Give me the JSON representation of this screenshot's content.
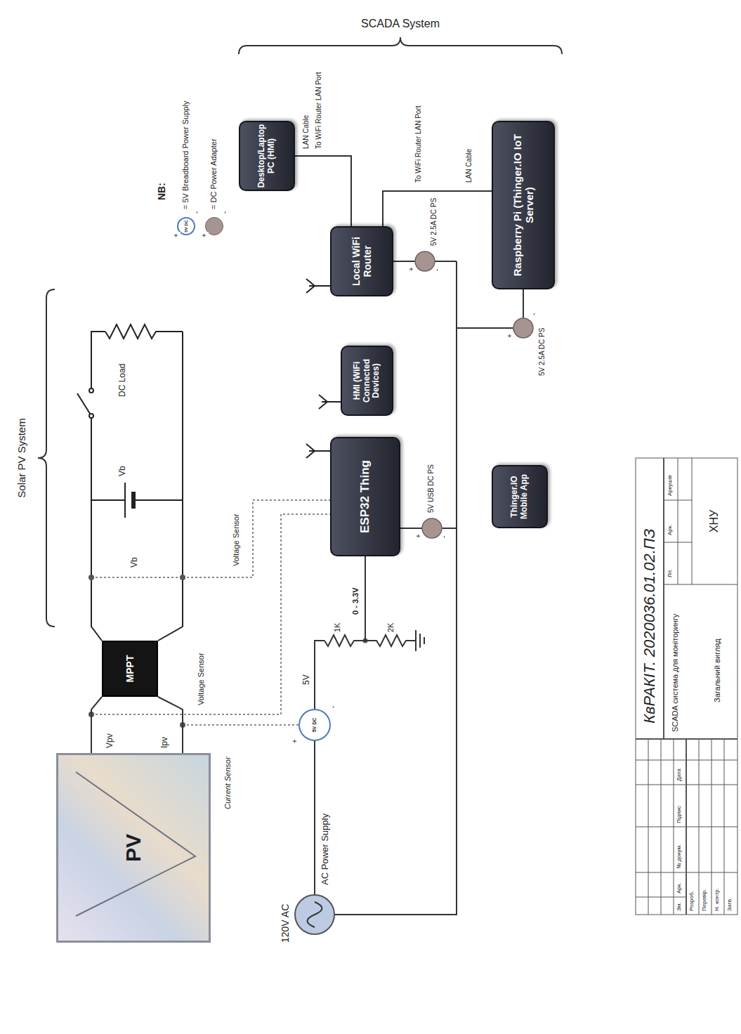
{
  "diagram": {
    "nodes": [
      {
        "text": [
          "PV"
        ]
      },
      {
        "text": [
          "MPPT"
        ]
      },
      {
        "text": [
          "ESP32 Thing"
        ]
      },
      {
        "text": [
          "HMI (WiFi Connected Devices)"
        ]
      },
      {
        "text": [
          "Local WiFi Router"
        ]
      },
      {
        "text": [
          "Desktop/Laptop PC (HMI)"
        ]
      },
      {
        "text": [
          "Raspberry Pi (Thinger.IO IoT Server)"
        ]
      },
      {
        "text": [
          "Thinger.IO Mobile App"
        ]
      }
    ],
    "edges": [
      {
        "from": 0,
        "to": 1,
        "arrow": "none"
      },
      {
        "from": 0,
        "to": 1,
        "arrow": "none"
      },
      {
        "from": 5,
        "to": 4,
        "label": "LAN Cable",
        "arrow": "none"
      },
      {
        "from": 6,
        "to": 4,
        "label": "LAN Cable",
        "arrow": "none"
      }
    ],
    "labels": [
      "Vpv",
      "Ipv",
      "Current Sensor",
      "Voltage Sensor",
      "Vb",
      "Vb",
      "Voltage Sensor",
      "DC Load",
      "Solar PV System",
      "120V AC",
      "AC Power Supply",
      "5V DC",
      "+",
      "-",
      "5V",
      "1K",
      "2K",
      "0 - 3.3V",
      "5V USB DC PS",
      "+",
      "-",
      "5V 2.5A DC PS",
      "+",
      "-",
      "5V 2.5A DC PS",
      "+",
      "-",
      "NB:",
      "5V DC",
      "+",
      "-",
      "+",
      "-",
      "To WiFi Router LAN Port",
      "To WiFi Router LAN Port",
      "SCADA System",
      "КвРАКІТ. 2020036.01.02.ПЗ",
      "Зм.",
      "Арк.",
      "№ докум.",
      "Підпис",
      "Дата",
      "Розроб.",
      "Перевір.",
      "Н. контр.",
      "Затв.",
      "SCADA система для моніторингу",
      "Загальний вигляд",
      "Літ.",
      "Арк.",
      "Аркушів",
      "ХНУ"
    ],
    "legend": [
      {
        "text": "= 5V Breadboard Power Supply",
        "color": "#4f79c0"
      },
      {
        "text": "= DC Power Adapter",
        "color": "#a69491"
      }
    ]
  }
}
